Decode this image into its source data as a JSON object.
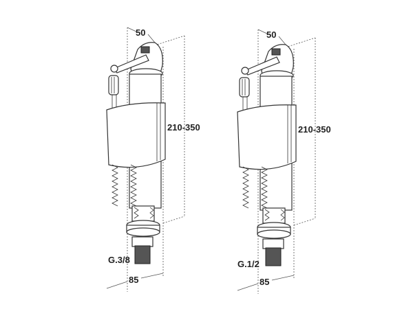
{
  "valves": [
    {
      "width_label": "50",
      "height_label": "210-350",
      "depth_label": "85",
      "thread_label": "G.3/8"
    },
    {
      "width_label": "50",
      "height_label": "210-350",
      "depth_label": "85",
      "thread_label": "G.1/2"
    }
  ]
}
